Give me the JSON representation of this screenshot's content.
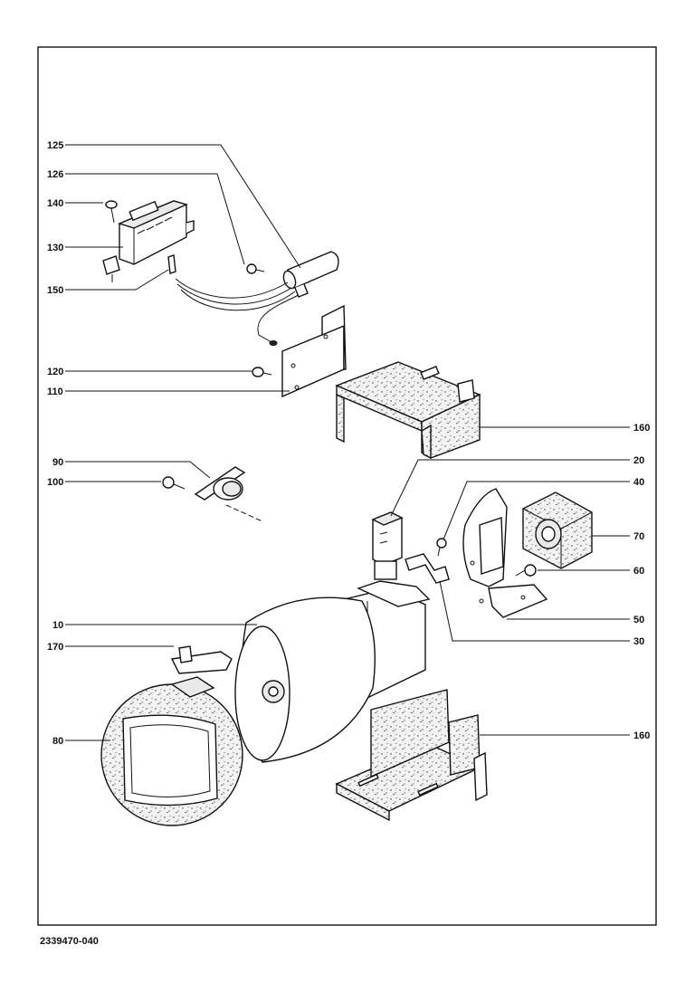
{
  "drawing_number": "2339470-040",
  "callouts": {
    "c125": "125",
    "c126": "126",
    "c140": "140",
    "c130": "130",
    "c150": "150",
    "c120": "120",
    "c110": "110",
    "c160_top": "160",
    "c90": "90",
    "c100": "100",
    "c20": "20",
    "c40": "40",
    "c70": "70",
    "c60": "60",
    "c10": "10",
    "c50": "50",
    "c170": "170",
    "c30": "30",
    "c80": "80",
    "c160_bottom": "160"
  }
}
